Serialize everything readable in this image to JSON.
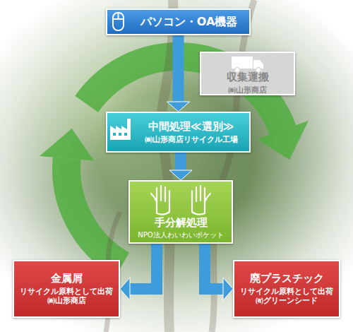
{
  "diagram": {
    "nodes": [
      {
        "text": [
          "パソコン・OA機器"
        ]
      },
      {
        "text": [
          "収集運搬",
          "㈱山形商店"
        ]
      },
      {
        "text": [
          "中間処理≪選別≫",
          "㈱山形商店リサイクル工場"
        ]
      },
      {
        "text": [
          "手分解処理",
          "NPO法人わいわいポケット"
        ]
      },
      {
        "text": [
          "金属屑",
          "リサイクル原料として出荷",
          "㈱山形商店"
        ]
      },
      {
        "text": [
          "廃プラスチック",
          "リサイクル原料として出荷",
          "㈲グリーンシード"
        ]
      }
    ],
    "edges": [
      {
        "from": 0,
        "to": 2,
        "arrow": "to"
      },
      {
        "from": 2,
        "to": 3,
        "arrow": "to"
      },
      {
        "from": 3,
        "to": 4,
        "arrow": "to"
      },
      {
        "from": 3,
        "to": 5,
        "arrow": "to"
      }
    ]
  }
}
